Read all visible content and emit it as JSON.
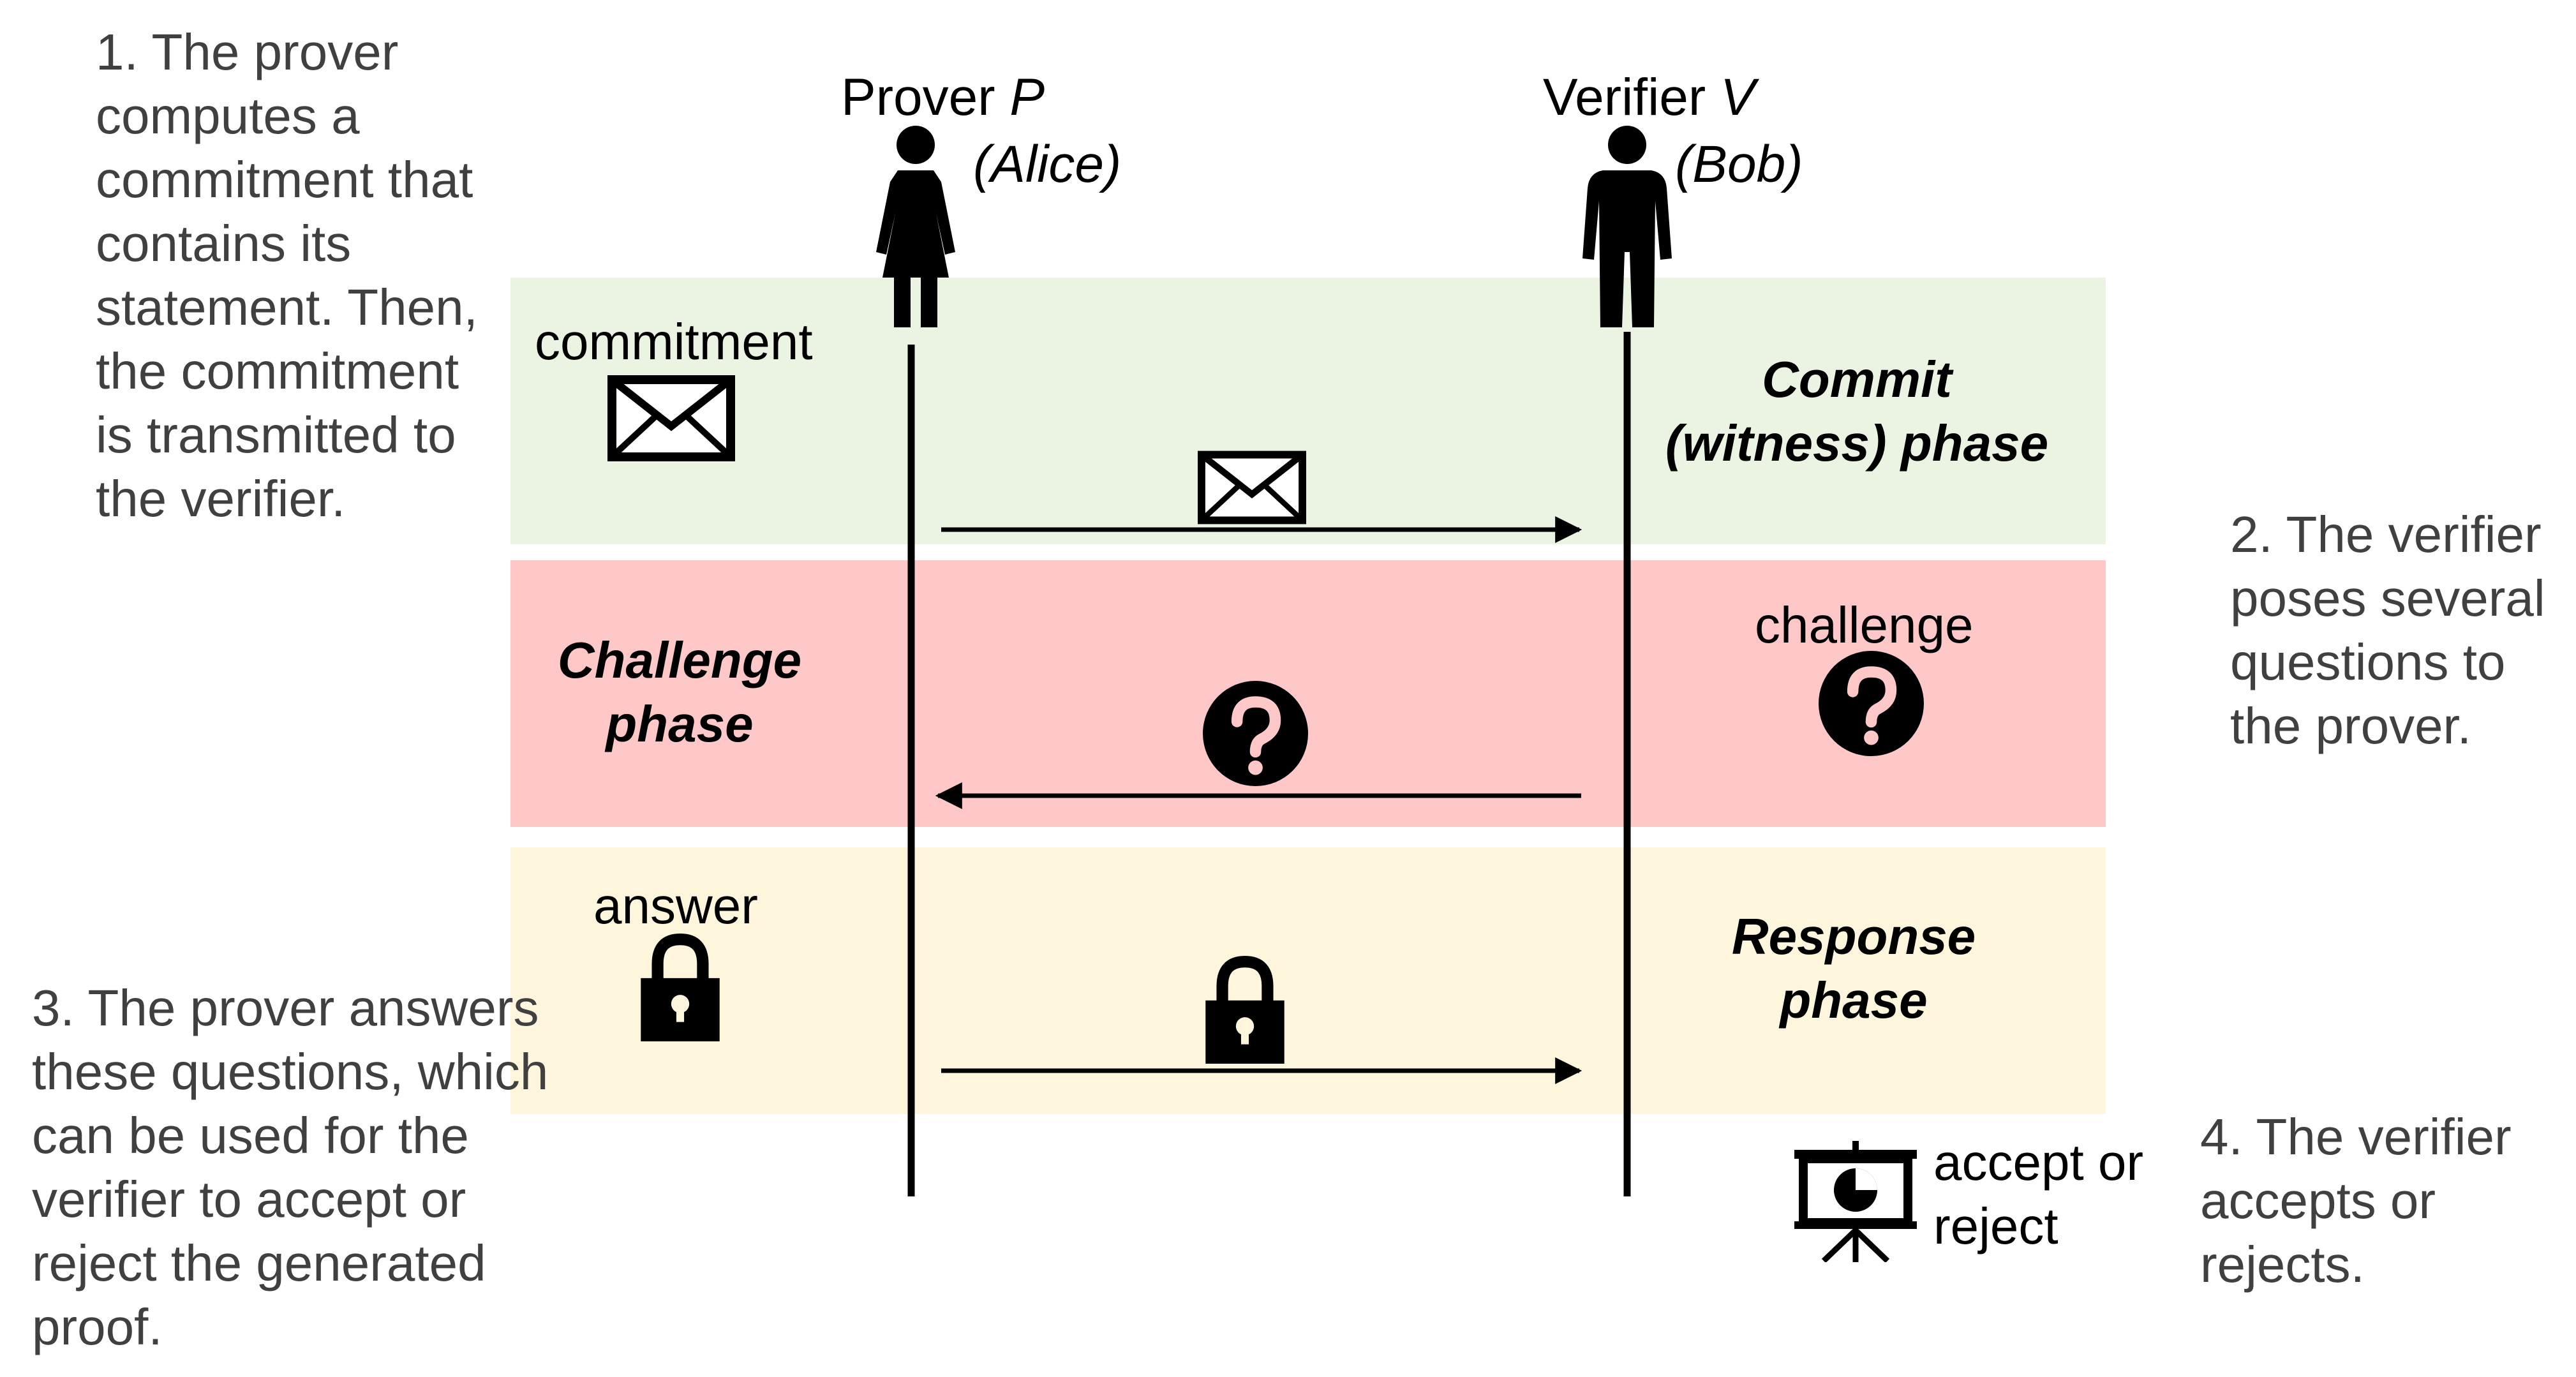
{
  "notes": {
    "step1": [
      "1. The prover",
      "computes a",
      "commitment that",
      "contains its",
      "statement. Then,",
      "the commitment",
      "is transmitted to",
      "the verifier."
    ],
    "step2": [
      "2. The verifier",
      "poses several",
      "questions to",
      "the prover."
    ],
    "step3": [
      "3. The prover answers",
      "these questions, which",
      "can be used for the",
      "verifier to accept or",
      "reject the generated",
      "proof."
    ],
    "step4": [
      "4. The verifier",
      "accepts or",
      "rejects."
    ]
  },
  "parties": {
    "prover": {
      "name": "Prover ",
      "symbol": "P",
      "alias": "(Alice)"
    },
    "verifier": {
      "name": "Verifier ",
      "symbol": "V",
      "alias": "(Bob)"
    }
  },
  "phases": {
    "commit": {
      "lines": [
        "Commit",
        "(witness) phase"
      ],
      "color": "#ebf4e3"
    },
    "challenge": {
      "lines": [
        "Challenge",
        "phase"
      ],
      "color": "#fec8c9"
    },
    "response": {
      "lines": [
        "Response",
        "phase"
      ],
      "color": "#fdf5dc"
    }
  },
  "labels": {
    "commitment": "commitment",
    "challenge": "challenge",
    "answer": "answer",
    "accept_reject": [
      "accept or",
      "reject"
    ]
  },
  "icons": {
    "commitment": "envelope-icon",
    "challenge": "question-circle-icon",
    "answer": "padlock-icon",
    "verdict": "presentation-board-icon",
    "prover": "woman-icon",
    "verifier": "man-icon"
  }
}
